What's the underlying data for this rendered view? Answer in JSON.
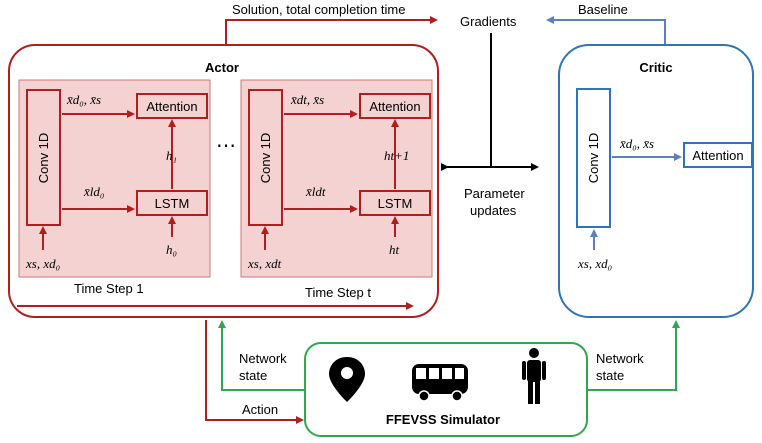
{
  "top": {
    "solution_label": "Solution, total completion time",
    "gradients_label": "Gradients",
    "baseline_label": "Baseline"
  },
  "actor": {
    "title": "Actor",
    "conv_label": "Conv 1D",
    "attention_label": "Attention",
    "lstm_label": "LSTM",
    "ellipsis": "⋯",
    "step1": {
      "input_to_attention": "x̄d₀, x̄s",
      "input_to_lstm": "x̄ld₀",
      "hidden_in": "h₀",
      "hidden_out": "h₁",
      "bottom_input": "xs, xd₀"
    },
    "stept": {
      "input_to_attention": "x̄dt, x̄s",
      "input_to_lstm": "x̄ldt",
      "hidden_in": "ht",
      "hidden_out": "ht+1",
      "bottom_input": "xs, xdt"
    },
    "time_step_1": "Time Step 1",
    "time_step_t": "Time Step t"
  },
  "middle": {
    "param_line1": "Parameter",
    "param_line2": "updates"
  },
  "critic": {
    "title": "Critic",
    "conv_label": "Conv 1D",
    "attention_label": "Attention",
    "input_to_attention": "x̄d₀, x̄s",
    "bottom_input": "xs, xd₀"
  },
  "simulator": {
    "title": "FFEVSS Simulator",
    "icons": [
      "location-pin-icon",
      "bus-icon",
      "person-icon"
    ]
  },
  "links": {
    "network_state_left_line1": "Network",
    "network_state_left_line2": "state",
    "action_label": "Action",
    "network_state_right_line1": "Network",
    "network_state_right_line2": "state"
  },
  "colors": {
    "actor": "#b01e1e",
    "critic": "#2e75b6",
    "critic_arrow": "#5b7fbf",
    "simulator": "#2ea84f",
    "cell_fill": "#f4d2d2",
    "black": "#000000"
  }
}
